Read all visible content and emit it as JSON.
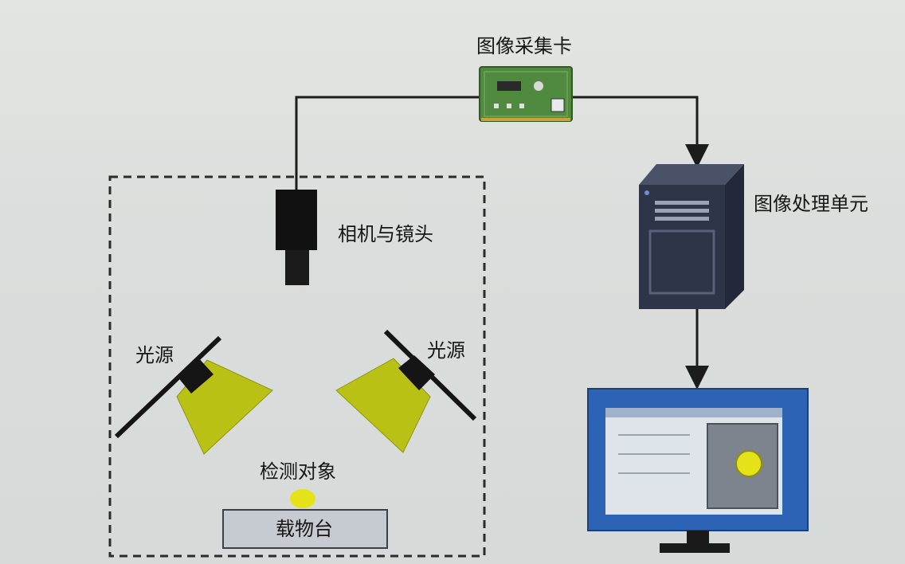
{
  "labels": {
    "capture_card": "图像采集卡",
    "processing_unit": "图像处理单元",
    "camera_lens": "相机与镜头",
    "light_left": "光源",
    "light_right": "光源",
    "object": "检测对象",
    "stage": "载物台"
  },
  "colors": {
    "background": "#dfe2df",
    "dashed_border": "#2b2b2b",
    "wire": "#1c1c1c",
    "light_cone": "#b9c214",
    "pcb": "#4f8a3e",
    "server_body": "#2f3548",
    "monitor_frame": "#2c63b5",
    "object_dot": "#e6e21a",
    "stage_fill": "#c6cbd2"
  },
  "icons": [
    "capture-card-icon",
    "camera-icon",
    "server-icon",
    "monitor-icon",
    "light-source-icon"
  ]
}
